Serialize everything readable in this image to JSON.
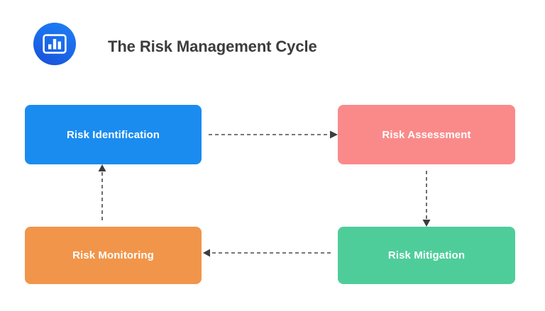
{
  "header": {
    "title": "The Risk Management Cycle",
    "logo_icon": "bar-chart-icon",
    "logo_color_start": "#1f7ff2",
    "logo_color_end": "#1a4fd6",
    "title_color": "#3c3c3c"
  },
  "diagram": {
    "type": "cycle-flowchart",
    "background": "#ffffff",
    "nodes": [
      {
        "id": "identification",
        "label": "Risk Identification",
        "color": "#1a8cf0",
        "text_color": "#ffffff",
        "position": "top-left"
      },
      {
        "id": "assessment",
        "label": "Risk Assessment",
        "color": "#fa8a8a",
        "text_color": "#ffffff",
        "position": "top-right"
      },
      {
        "id": "mitigation",
        "label": "Risk Mitigation",
        "color": "#4ecd9b",
        "text_color": "#ffffff",
        "position": "bottom-right"
      },
      {
        "id": "monitoring",
        "label": "Risk Monitoring",
        "color": "#f1954a",
        "text_color": "#ffffff",
        "position": "bottom-left"
      }
    ],
    "connectors": [
      {
        "id": "identification-to-assessment",
        "from": "identification",
        "to": "assessment",
        "direction": "right",
        "style": "dashed",
        "color": "#4a4a4a"
      },
      {
        "id": "assessment-to-mitigation",
        "from": "assessment",
        "to": "mitigation",
        "direction": "down",
        "style": "dashed",
        "color": "#4a4a4a"
      },
      {
        "id": "mitigation-to-monitoring",
        "from": "mitigation",
        "to": "monitoring",
        "direction": "left",
        "style": "dashed",
        "color": "#4a4a4a"
      },
      {
        "id": "monitoring-to-identification",
        "from": "monitoring",
        "to": "identification",
        "direction": "up",
        "style": "dashed",
        "color": "#4a4a4a"
      }
    ]
  }
}
